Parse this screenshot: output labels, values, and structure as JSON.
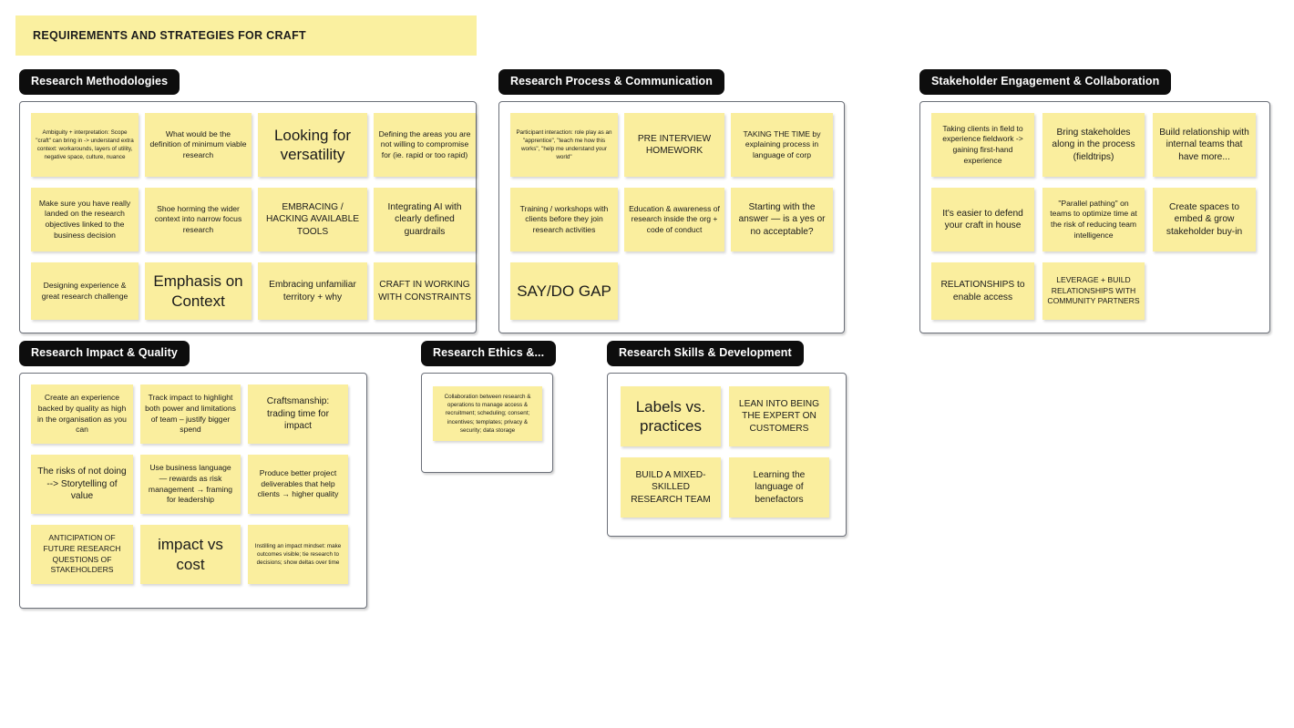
{
  "board": {
    "title": "REQUIREMENTS AND STRATEGIES FOR CRAFT",
    "title_bg": "#faf0a0",
    "note_color": "#faee9e",
    "label_bg": "#0d0d0d",
    "label_fg": "#ffffff"
  },
  "clusters": [
    {
      "id": "research-methodologies",
      "label": "Research Methodologies",
      "notes": [
        {
          "text": "Ambiguity + interpretation: Scope \"craft\" can bring in -> understand extra context: workarounds, layers of utility, negative space, culture, nuance",
          "size": "xs"
        },
        {
          "text": "What would be the definition of minimum viable research",
          "size": "s"
        },
        {
          "text": "Looking for versatility",
          "size": "xl"
        },
        {
          "text": "Defining the areas you are not willing to compromise for (ie. rapid or too rapid)",
          "size": "s"
        },
        {
          "text": "Make sure you have really landed on the research objectives linked to the business decision",
          "size": "s"
        },
        {
          "text": "Shoe horming the wider context into narrow focus research",
          "size": "s"
        },
        {
          "text": "EMBRACING / HACKING AVAILABLE TOOLS",
          "size": "m"
        },
        {
          "text": "Integrating AI with clearly defined guardrails",
          "size": "m"
        },
        {
          "text": "Designing experience & great research challenge",
          "size": "s"
        },
        {
          "text": "Emphasis on Context",
          "size": "xl"
        },
        {
          "text": "Embracing unfamiliar territory + why",
          "size": "m"
        },
        {
          "text": "CRAFT IN WORKING WITH CONSTRAINTS",
          "size": "m"
        }
      ]
    },
    {
      "id": "research-process-communication",
      "label": "Research Process & Communication",
      "notes": [
        {
          "text": "Participant interaction: role play as an \"apprentice\", \"teach me how this works\", \"help me understand your world\"",
          "size": "xs"
        },
        {
          "text": "PRE INTERVIEW HOMEWORK",
          "size": "m"
        },
        {
          "text": "TAKING THE TIME by explaining process in language of corp",
          "size": "s"
        },
        {
          "text": "Training / workshops with clients before they join research activities",
          "size": "s"
        },
        {
          "text": "Education & awareness of research inside the org + code of conduct",
          "size": "s"
        },
        {
          "text": "Starting with the answer — is a yes or no acceptable?",
          "size": "m"
        },
        {
          "text": "SAY/DO GAP",
          "size": "xl"
        }
      ]
    },
    {
      "id": "stakeholder-engagement-collaboration",
      "label": "Stakeholder Engagement & Collaboration",
      "notes": [
        {
          "text": "Taking clients in field to experience fieldwork -> gaining first-hand experience",
          "size": "s"
        },
        {
          "text": "Bring stakeholdes along in the process (fieldtrips)",
          "size": "m"
        },
        {
          "text": "Build relationship with internal teams that have more...",
          "size": "m"
        },
        {
          "text": "It's easier to defend your craft in house",
          "size": "m"
        },
        {
          "text": "\"Parallel pathing\" on teams to optimize time at the risk of reducing team intelligence",
          "size": "s"
        },
        {
          "text": "Create spaces to embed & grow stakeholder buy-in",
          "size": "m"
        },
        {
          "text": "RELATIONSHIPS to enable access",
          "size": "m"
        },
        {
          "text": "LEVERAGE + BUILD RELATIONSHIPS WITH COMMUNITY PARTNERS",
          "size": "s"
        }
      ]
    },
    {
      "id": "research-impact-quality",
      "label": "Research Impact & Quality",
      "notes": [
        {
          "text": "Create an experience backed by quality as high in the organisation as you can",
          "size": "s"
        },
        {
          "text": "Track impact to highlight both power and limitations of team – justify bigger spend",
          "size": "s"
        },
        {
          "text": "Craftsmanship: trading time for impact",
          "size": "m"
        },
        {
          "text": "The risks of not doing --> Storytelling of value",
          "size": "m"
        },
        {
          "text": "Use business language — rewards as risk management → framing for leadership",
          "size": "s"
        },
        {
          "text": "Produce better project deliverables that help clients → higher quality",
          "size": "s"
        },
        {
          "text": "ANTICIPATION OF FUTURE RESEARCH QUESTIONS OF STAKEHOLDERS",
          "size": "s"
        },
        {
          "text": "impact vs cost",
          "size": "xl"
        },
        {
          "text": "Instilling an impact mindset: make outcomes visible; tie research to decisions; show deltas over time",
          "size": "xs"
        }
      ]
    },
    {
      "id": "research-ethics",
      "label": "Research Ethics &...",
      "notes": [
        {
          "text": "Collaboration between research & operations to manage access & recruitment; scheduling; consent; incentives; templates; privacy & security; data storage",
          "size": "xs"
        }
      ]
    },
    {
      "id": "research-skills-development",
      "label": "Research Skills & Development",
      "notes": [
        {
          "text": "Labels vs. practices",
          "size": "xl"
        },
        {
          "text": "LEAN INTO BEING THE EXPERT ON CUSTOMERS",
          "size": "m"
        },
        {
          "text": "BUILD A MIXED-SKILLED RESEARCH TEAM",
          "size": "m"
        },
        {
          "text": "Learning the language of benefactors",
          "size": "m"
        }
      ]
    }
  ]
}
